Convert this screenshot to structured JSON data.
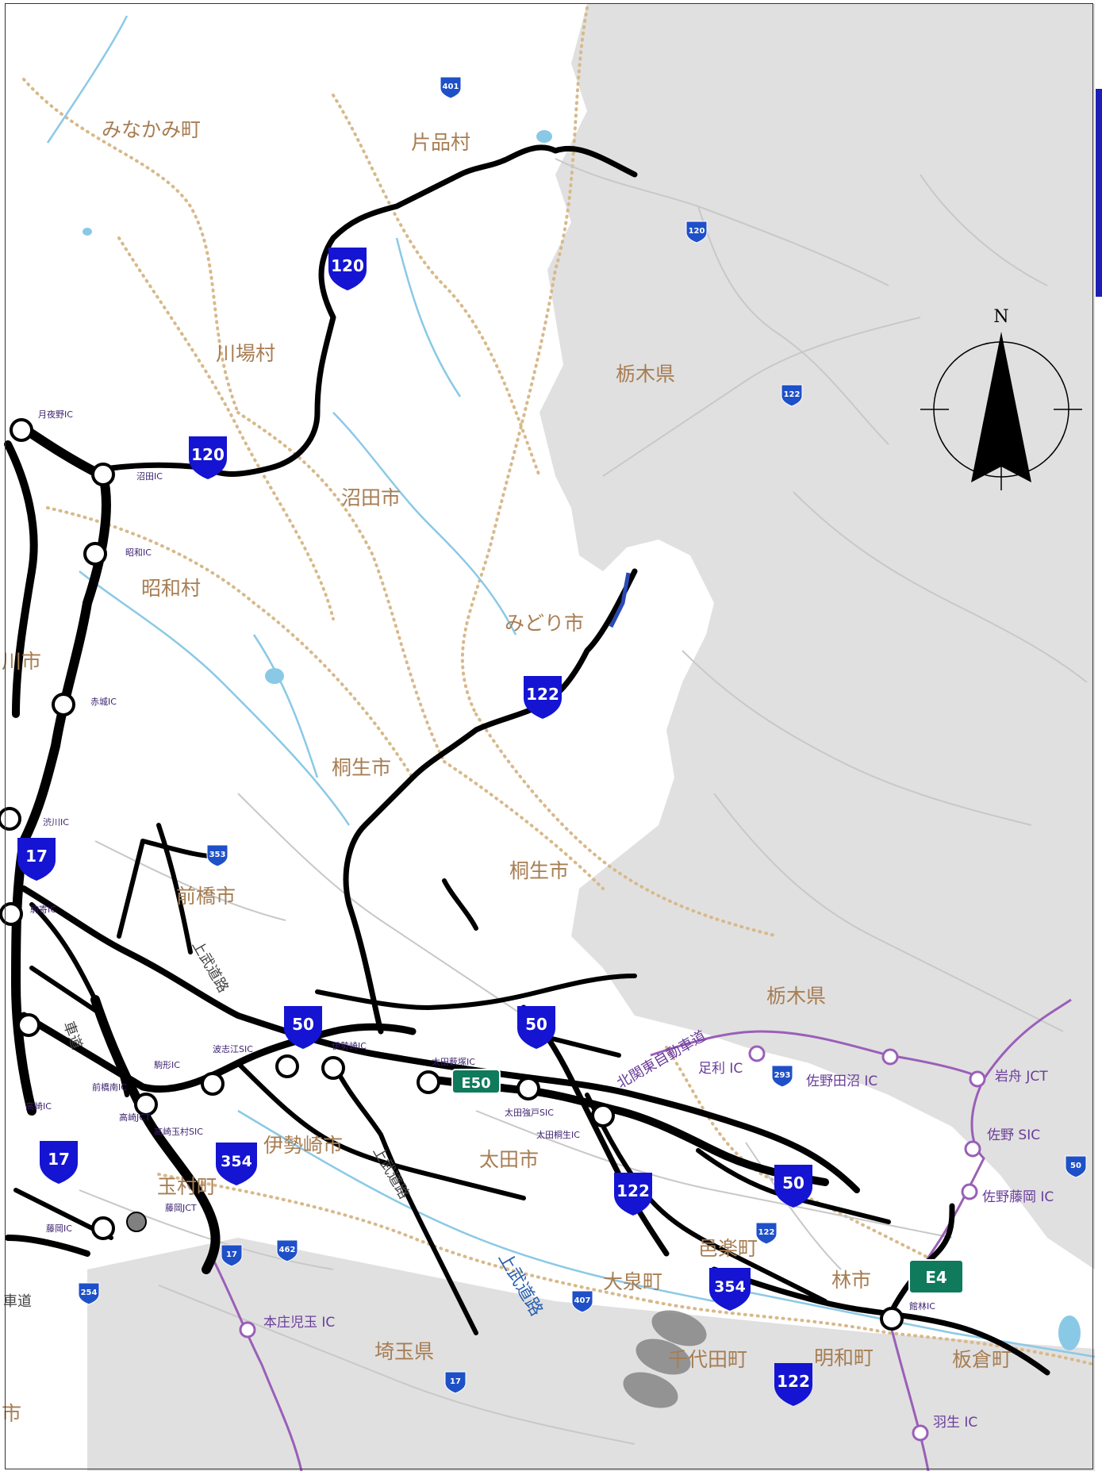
{
  "map": {
    "places": [
      {
        "id": "minakami",
        "text": "みなかみ町"
      },
      {
        "id": "katashina",
        "text": "片品村"
      },
      {
        "id": "kawaba",
        "text": "川場村"
      },
      {
        "id": "numata",
        "text": "沼田市"
      },
      {
        "id": "tochigi1",
        "text": "栃木県"
      },
      {
        "id": "showa",
        "text": "昭和村"
      },
      {
        "id": "midori",
        "text": "みどり市"
      },
      {
        "id": "ichi",
        "text": "川市"
      },
      {
        "id": "kiryu1",
        "text": "桐生市"
      },
      {
        "id": "kiryu2",
        "text": "桐生市"
      },
      {
        "id": "maebashi",
        "text": "前橋市"
      },
      {
        "id": "tochigi2",
        "text": "栃木県"
      },
      {
        "id": "isesaki",
        "text": "伊勢崎市"
      },
      {
        "id": "ota",
        "text": "太田市"
      },
      {
        "id": "tamamura",
        "text": "玉村町"
      },
      {
        "id": "oura",
        "text": "邑楽町"
      },
      {
        "id": "oizumi",
        "text": "大泉町"
      },
      {
        "id": "tatebayashi",
        "text": "林市"
      },
      {
        "id": "saitama",
        "text": "埼玉県"
      },
      {
        "id": "chiyoda",
        "text": "千代田町"
      },
      {
        "id": "meiwa",
        "text": "明和町"
      },
      {
        "id": "itakura",
        "text": "板倉町"
      },
      {
        "id": "shi",
        "text": "市"
      }
    ],
    "interchanges": [
      {
        "id": "tsukiyono",
        "text": "月夜野IC"
      },
      {
        "id": "numata-ic",
        "text": "沼田IC"
      },
      {
        "id": "showa-ic",
        "text": "昭和IC"
      },
      {
        "id": "akagi",
        "text": "赤城IC"
      },
      {
        "id": "shibukawa",
        "text": "渋川IC"
      },
      {
        "id": "komagata-s",
        "text": "駒寄IC"
      },
      {
        "id": "komagata",
        "text": "駒形IC"
      },
      {
        "id": "maebashi-ic",
        "text": "前橋南IC"
      },
      {
        "id": "takasaki-ic",
        "text": "高崎IC"
      },
      {
        "id": "takasaki-jct",
        "text": "高崎JCT"
      },
      {
        "id": "takasaki-tamamura",
        "text": "高崎玉村SIC"
      },
      {
        "id": "hashie",
        "text": "波志江SIC"
      },
      {
        "id": "isesaki-ic",
        "text": "伊勢崎IC"
      },
      {
        "id": "ota-yabuzuka",
        "text": "太田薮塚IC"
      },
      {
        "id": "ota-kyoto",
        "text": "太田強戸SIC"
      },
      {
        "id": "ota-kiryu",
        "text": "太田桐生IC"
      },
      {
        "id": "fujioka-jct",
        "text": "藤岡JCT"
      },
      {
        "id": "fujioka-ic",
        "text": "藤岡IC"
      },
      {
        "id": "tatebayashi-ic",
        "text": "館林IC"
      },
      {
        "id": "ashikaga",
        "text": "足利 IC"
      },
      {
        "id": "sano-tanuma",
        "text": "佐野田沼 IC"
      },
      {
        "id": "iwafune",
        "text": "岩舟 JCT"
      },
      {
        "id": "sano-sic",
        "text": "佐野 SIC"
      },
      {
        "id": "sano-fujioka",
        "text": "佐野藤岡 IC"
      },
      {
        "id": "honjo",
        "text": "本庄児玉 IC"
      },
      {
        "id": "hanyu",
        "text": "羽生 IC"
      }
    ],
    "routes": [
      {
        "id": "r120a",
        "text": "120"
      },
      {
        "id": "r120b",
        "text": "120"
      },
      {
        "id": "r122a",
        "text": "122"
      },
      {
        "id": "r17a",
        "text": "17"
      },
      {
        "id": "r50a",
        "text": "50"
      },
      {
        "id": "r50b",
        "text": "50"
      },
      {
        "id": "r17b",
        "text": "17"
      },
      {
        "id": "r354a",
        "text": "354"
      },
      {
        "id": "r122b",
        "text": "122"
      },
      {
        "id": "r50c",
        "text": "50"
      },
      {
        "id": "r354b",
        "text": "354"
      },
      {
        "id": "r122c",
        "text": "122"
      },
      {
        "id": "s401",
        "text": "401"
      },
      {
        "id": "s120",
        "text": "120"
      },
      {
        "id": "s122",
        "text": "122"
      },
      {
        "id": "s353",
        "text": "353"
      },
      {
        "id": "s293",
        "text": "293"
      },
      {
        "id": "s17a",
        "text": "17"
      },
      {
        "id": "s462",
        "text": "462"
      },
      {
        "id": "s407",
        "text": "407"
      },
      {
        "id": "s254",
        "text": "254"
      },
      {
        "id": "s17b",
        "text": "17"
      },
      {
        "id": "s50",
        "text": "50"
      },
      {
        "id": "s122b",
        "text": "122"
      }
    ],
    "expressway_codes": [
      {
        "id": "e50",
        "text": "E50"
      },
      {
        "id": "e4",
        "text": "E4"
      }
    ],
    "road_names": [
      {
        "id": "joshin1",
        "text": "上武道路"
      },
      {
        "id": "joshin2",
        "text": "上武道路"
      },
      {
        "id": "kitakanto",
        "text": "北関東自動車道"
      },
      {
        "id": "kanetsu",
        "text": "車道"
      },
      {
        "id": "kanetsu2",
        "text": "車道"
      }
    ],
    "river_label": "上武道路",
    "compass_label": "N",
    "colors": {
      "mountain_bg": "#e0e0e0",
      "lowland_bg": "#ffffff",
      "water": "#8ac9e6",
      "boundary": "#d8b98a",
      "main_road": "#000000",
      "expressway_purple": "#9a5fb8",
      "route_shield": "#1414d2",
      "expressway_code": "#0f7a5c",
      "place_text": "#a77d52",
      "frame": "#333333"
    }
  }
}
